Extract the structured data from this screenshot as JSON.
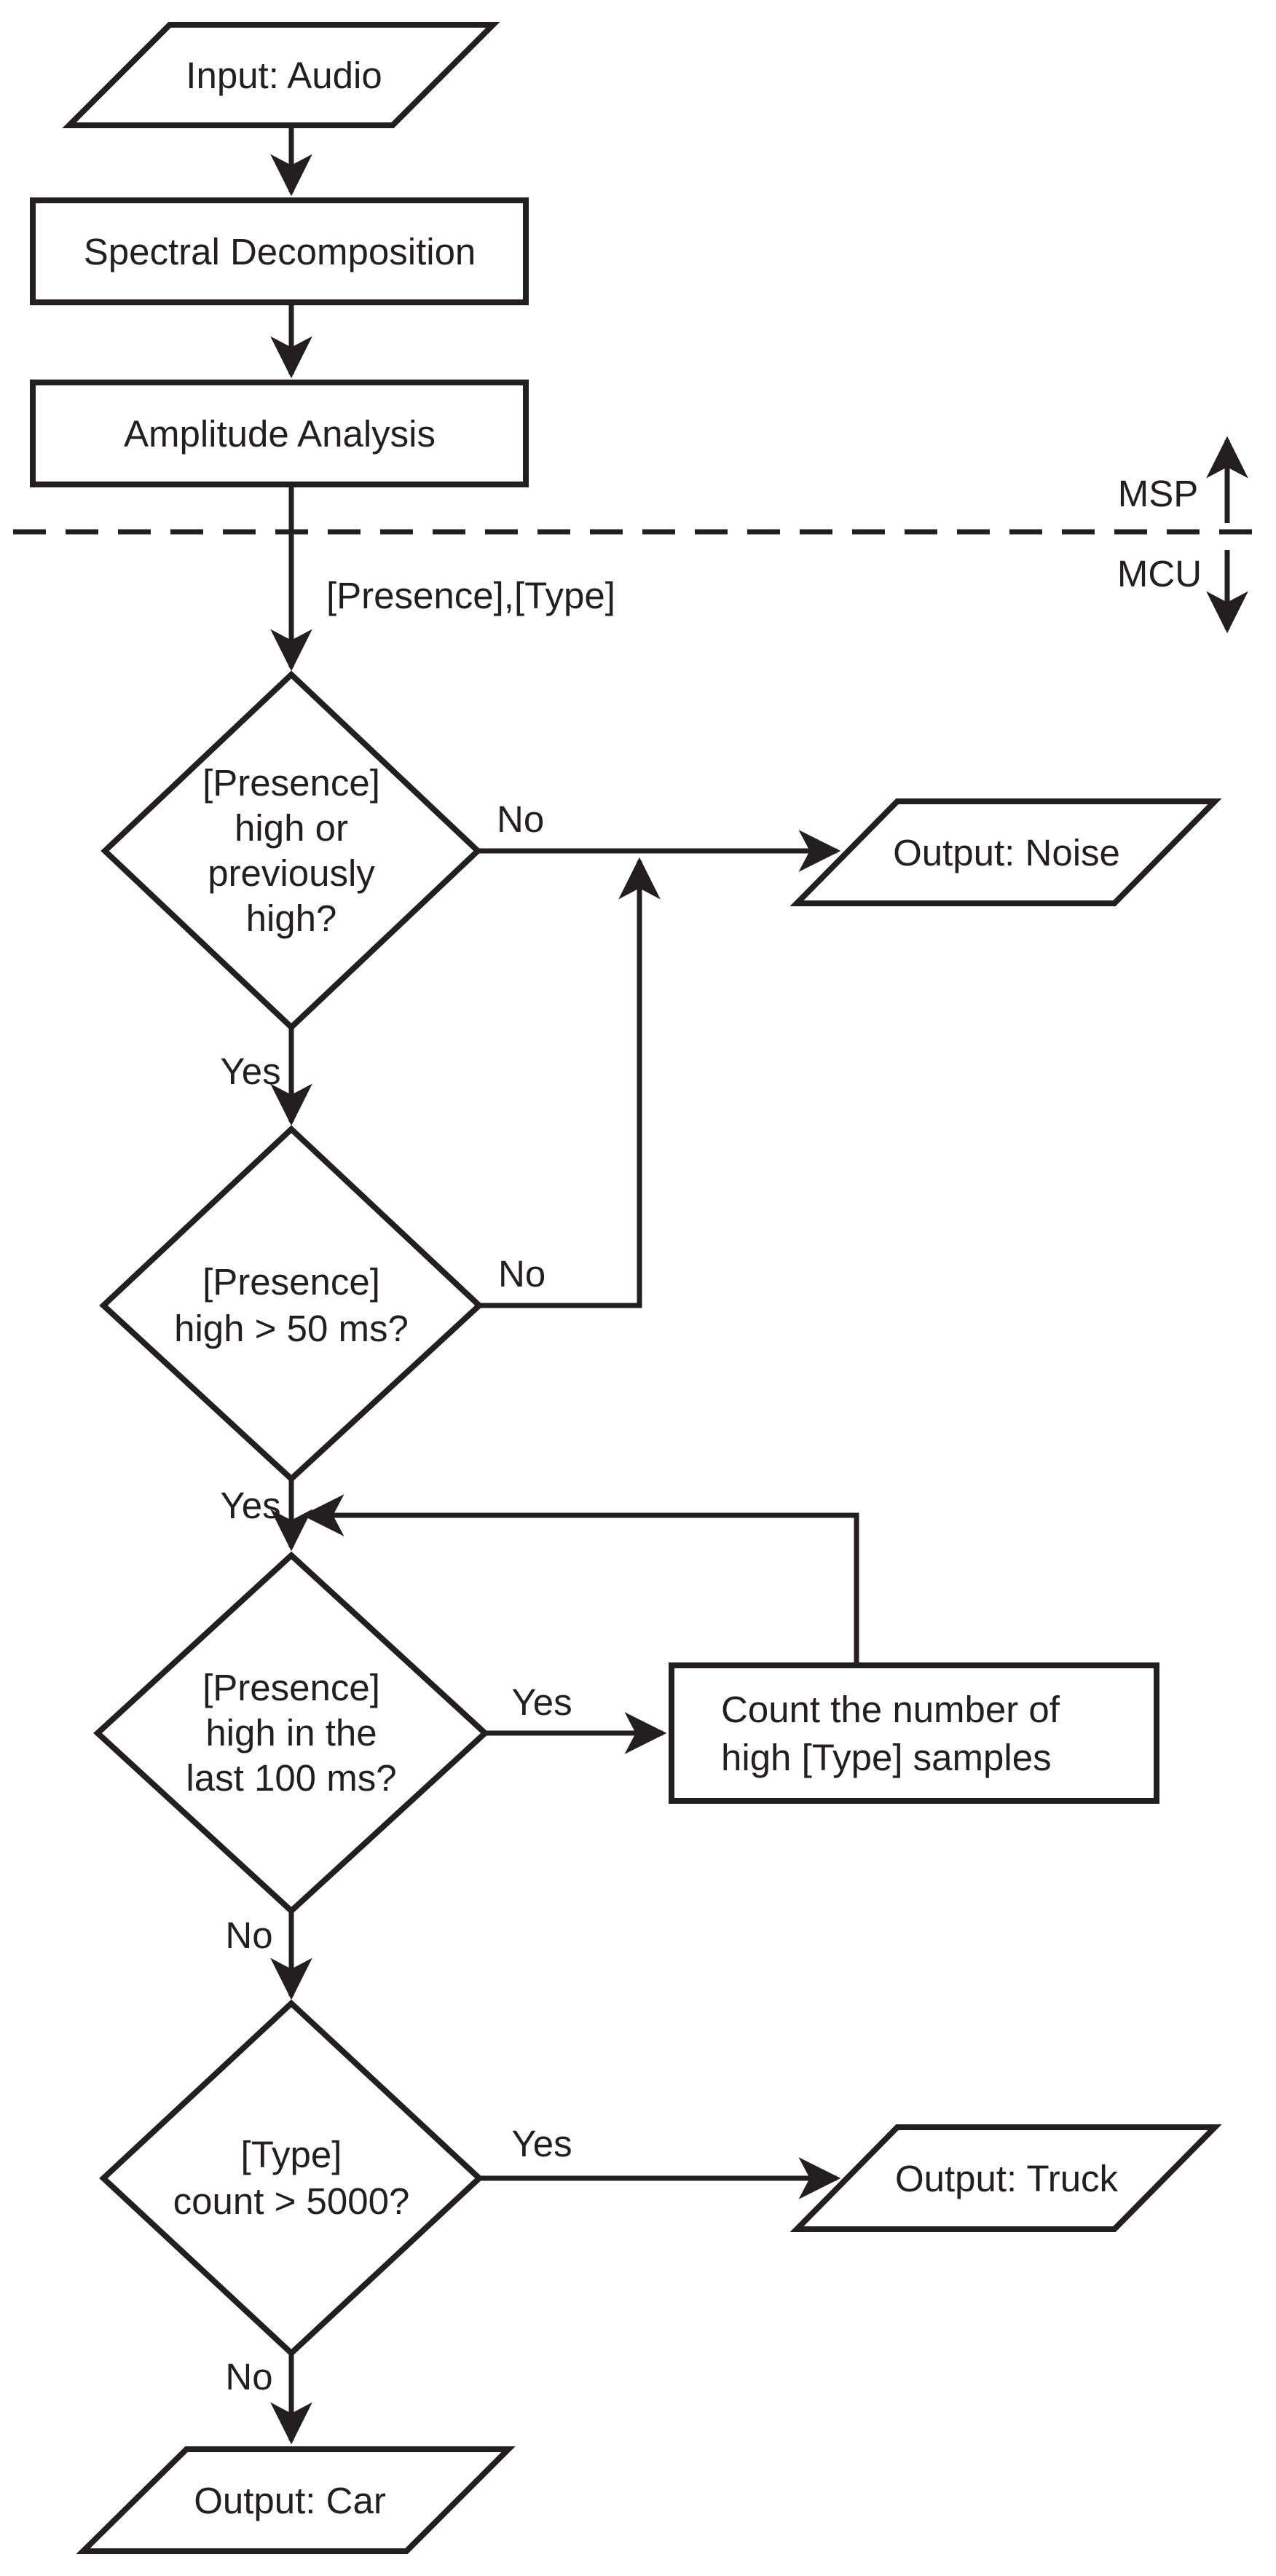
{
  "figure": {
    "type": "flowchart",
    "background_color": "#ffffff",
    "ink_color": "#231f20"
  },
  "nodes": {
    "input": {
      "shape": "parallelogram",
      "label": "Input: Audio"
    },
    "spectral": {
      "shape": "rectangle",
      "label": "Spectral Decomposition"
    },
    "amplitude": {
      "shape": "rectangle",
      "label": "Amplitude Analysis"
    },
    "decision1": {
      "shape": "diamond",
      "line1": "[Presence]",
      "line2": "high or",
      "line3": "previously",
      "line4": "high?"
    },
    "output_noise": {
      "shape": "parallelogram",
      "label": "Output: Noise"
    },
    "decision2": {
      "shape": "diamond",
      "line1": "[Presence]",
      "line2": "high > 50 ms?"
    },
    "decision3": {
      "shape": "diamond",
      "line1": "[Presence]",
      "line2": "high in the",
      "line3": "last 100 ms?"
    },
    "count": {
      "shape": "rectangle",
      "line1": "Count the number of",
      "line2": "high [Type] samples"
    },
    "decision4": {
      "shape": "diamond",
      "line1": "[Type]",
      "line2": "count > 5000?"
    },
    "output_truck": {
      "shape": "parallelogram",
      "label": "Output: Truck"
    },
    "output_car": {
      "shape": "parallelogram",
      "label": "Output: Car"
    }
  },
  "edge_labels": {
    "d1_no": "No",
    "d1_yes": "Yes",
    "d2_no": "No",
    "d2_yes": "Yes",
    "d3_yes": "Yes",
    "d3_no": "No",
    "d4_yes": "Yes",
    "d4_no": "No"
  },
  "annotations": {
    "data_label": "[Presence],[Type]",
    "processor_above": "MSP",
    "processor_below": "MCU"
  }
}
